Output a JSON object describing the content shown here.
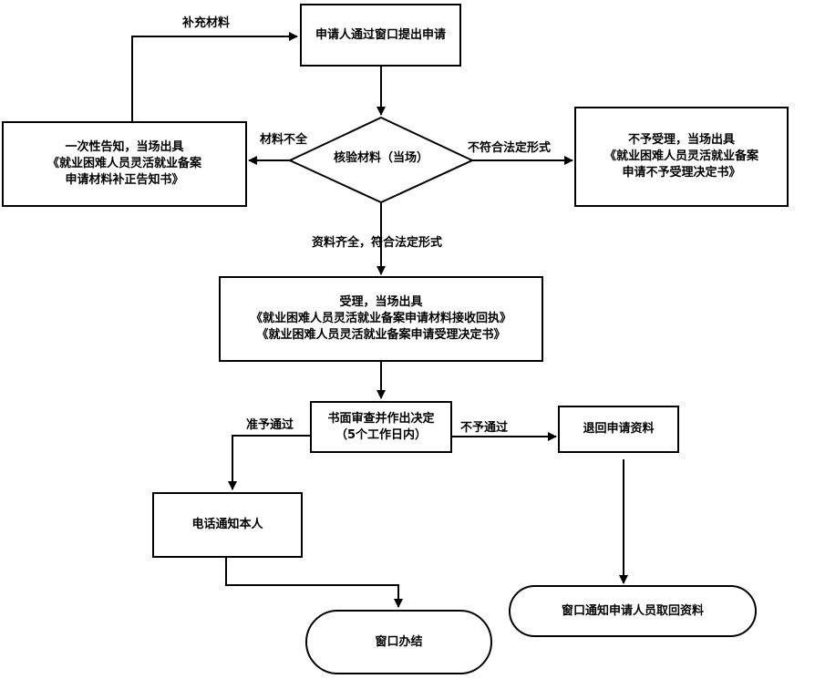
{
  "nodes": {
    "submit": "申请人通过窗口提出申请",
    "verify": "核验材料（当场）",
    "notify_once": [
      "一次性告知，当场出具",
      "《就业困难人员灵活就业备案",
      "申请材料补正告知书》"
    ],
    "reject_form": [
      "不予受理，当场出具",
      "《就业困难人员灵活就业备案",
      "申请不予受理决定书》"
    ],
    "accept": [
      "受理，当场出具",
      "《就业困难人员灵活就业备案申请材料接收回执》",
      "《就业困难人员灵活就业备案申请受理决定书》"
    ],
    "review": [
      "书面审查并作出决定",
      "（5个工作日内）"
    ],
    "phone_notify": "电话通知本人",
    "return_materials": "退回申请资料",
    "window_notify": "窗口通知申请人员取回资料",
    "window_done": "窗口办结"
  },
  "edges": {
    "supplement": "补充材料",
    "incomplete": "材料不全",
    "not_conform": "不符合法定形式",
    "complete": "资料齐全，符合法定形式",
    "approved": "准予通过",
    "not_approved": "不予通过"
  }
}
